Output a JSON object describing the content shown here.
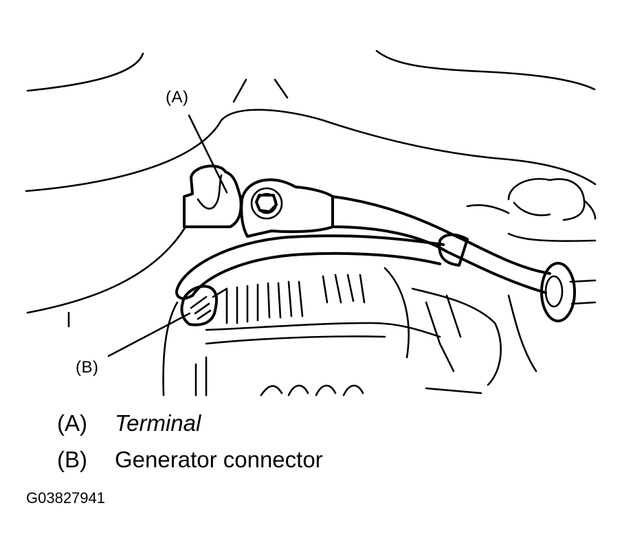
{
  "callouts": {
    "a": "(A)",
    "b": "(B)"
  },
  "legend": [
    {
      "key": "(A)",
      "label": "Terminal"
    },
    {
      "key": "(B)",
      "label": "Generator connector"
    }
  ],
  "figure_id": "G03827941"
}
